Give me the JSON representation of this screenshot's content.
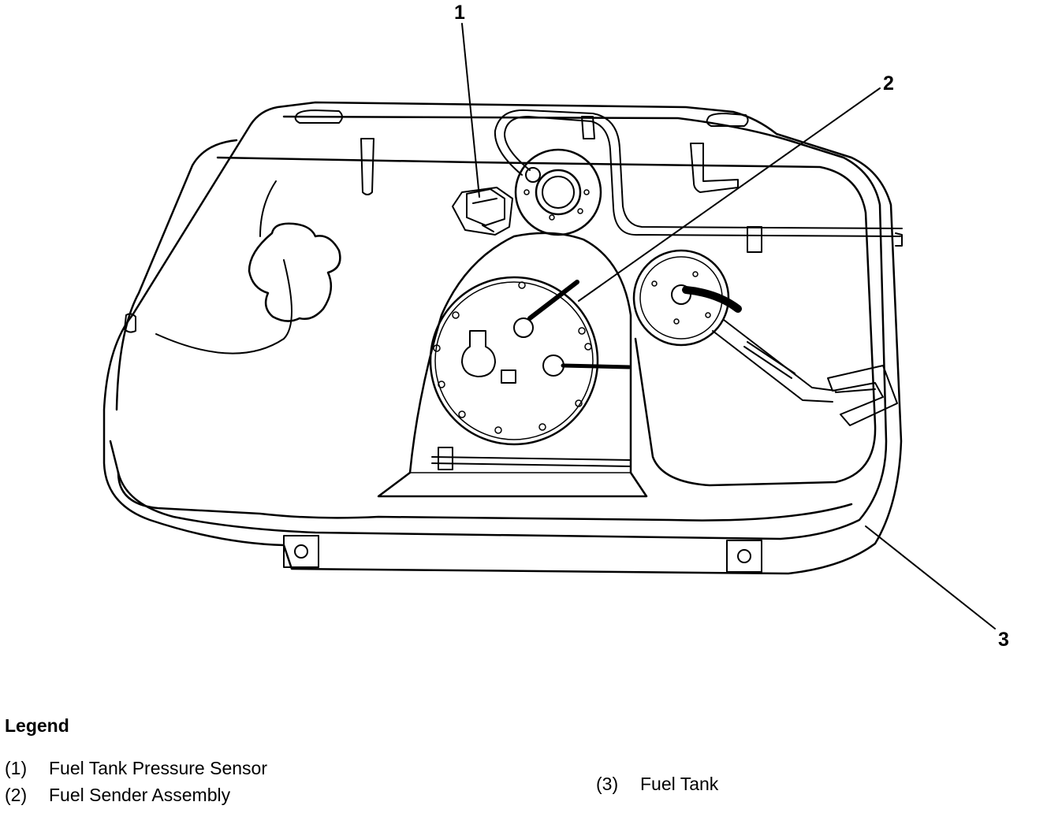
{
  "callouts": {
    "c1": "1",
    "c2": "2",
    "c3": "3"
  },
  "legend": {
    "title": "Legend",
    "items": [
      {
        "num": "(1)",
        "label": "Fuel Tank Pressure Sensor"
      },
      {
        "num": "(2)",
        "label": "Fuel Sender Assembly"
      },
      {
        "num": "(3)",
        "label": "Fuel Tank"
      }
    ]
  },
  "colors": {
    "line": "#000000",
    "background": "#ffffff"
  }
}
